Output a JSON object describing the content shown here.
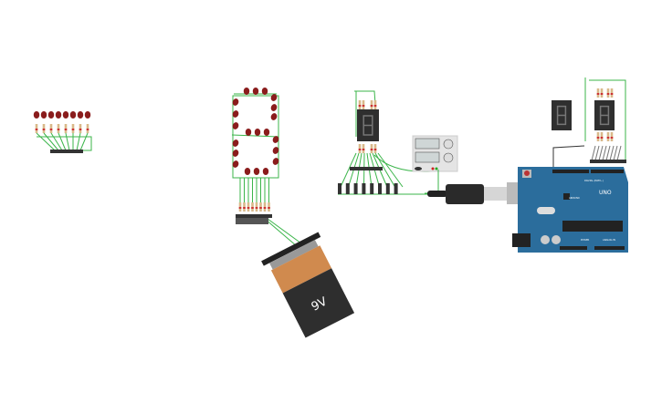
{
  "battery": {
    "label": "9V"
  },
  "arduino": {
    "model": "UNO",
    "brand": "ARDUINO",
    "digital_label": "DIGITAL (PWM~)",
    "power_label": "POWER",
    "analog_label": "ANALOG IN"
  },
  "colors": {
    "wire": "#3bb54a",
    "led": "#8a1c1c",
    "board": "#2b6d9c",
    "display": "#2f2f2f",
    "battery_top": "#d08a4e",
    "battery_body": "#2e2e2e"
  },
  "components": [
    "led-row",
    "led-seven-segment",
    "9v-battery",
    "seven-segment-display",
    "slide-switches",
    "power-supply",
    "usb-cable",
    "arduino-uno",
    "seven-segment-display-2",
    "seven-segment-display-3"
  ]
}
